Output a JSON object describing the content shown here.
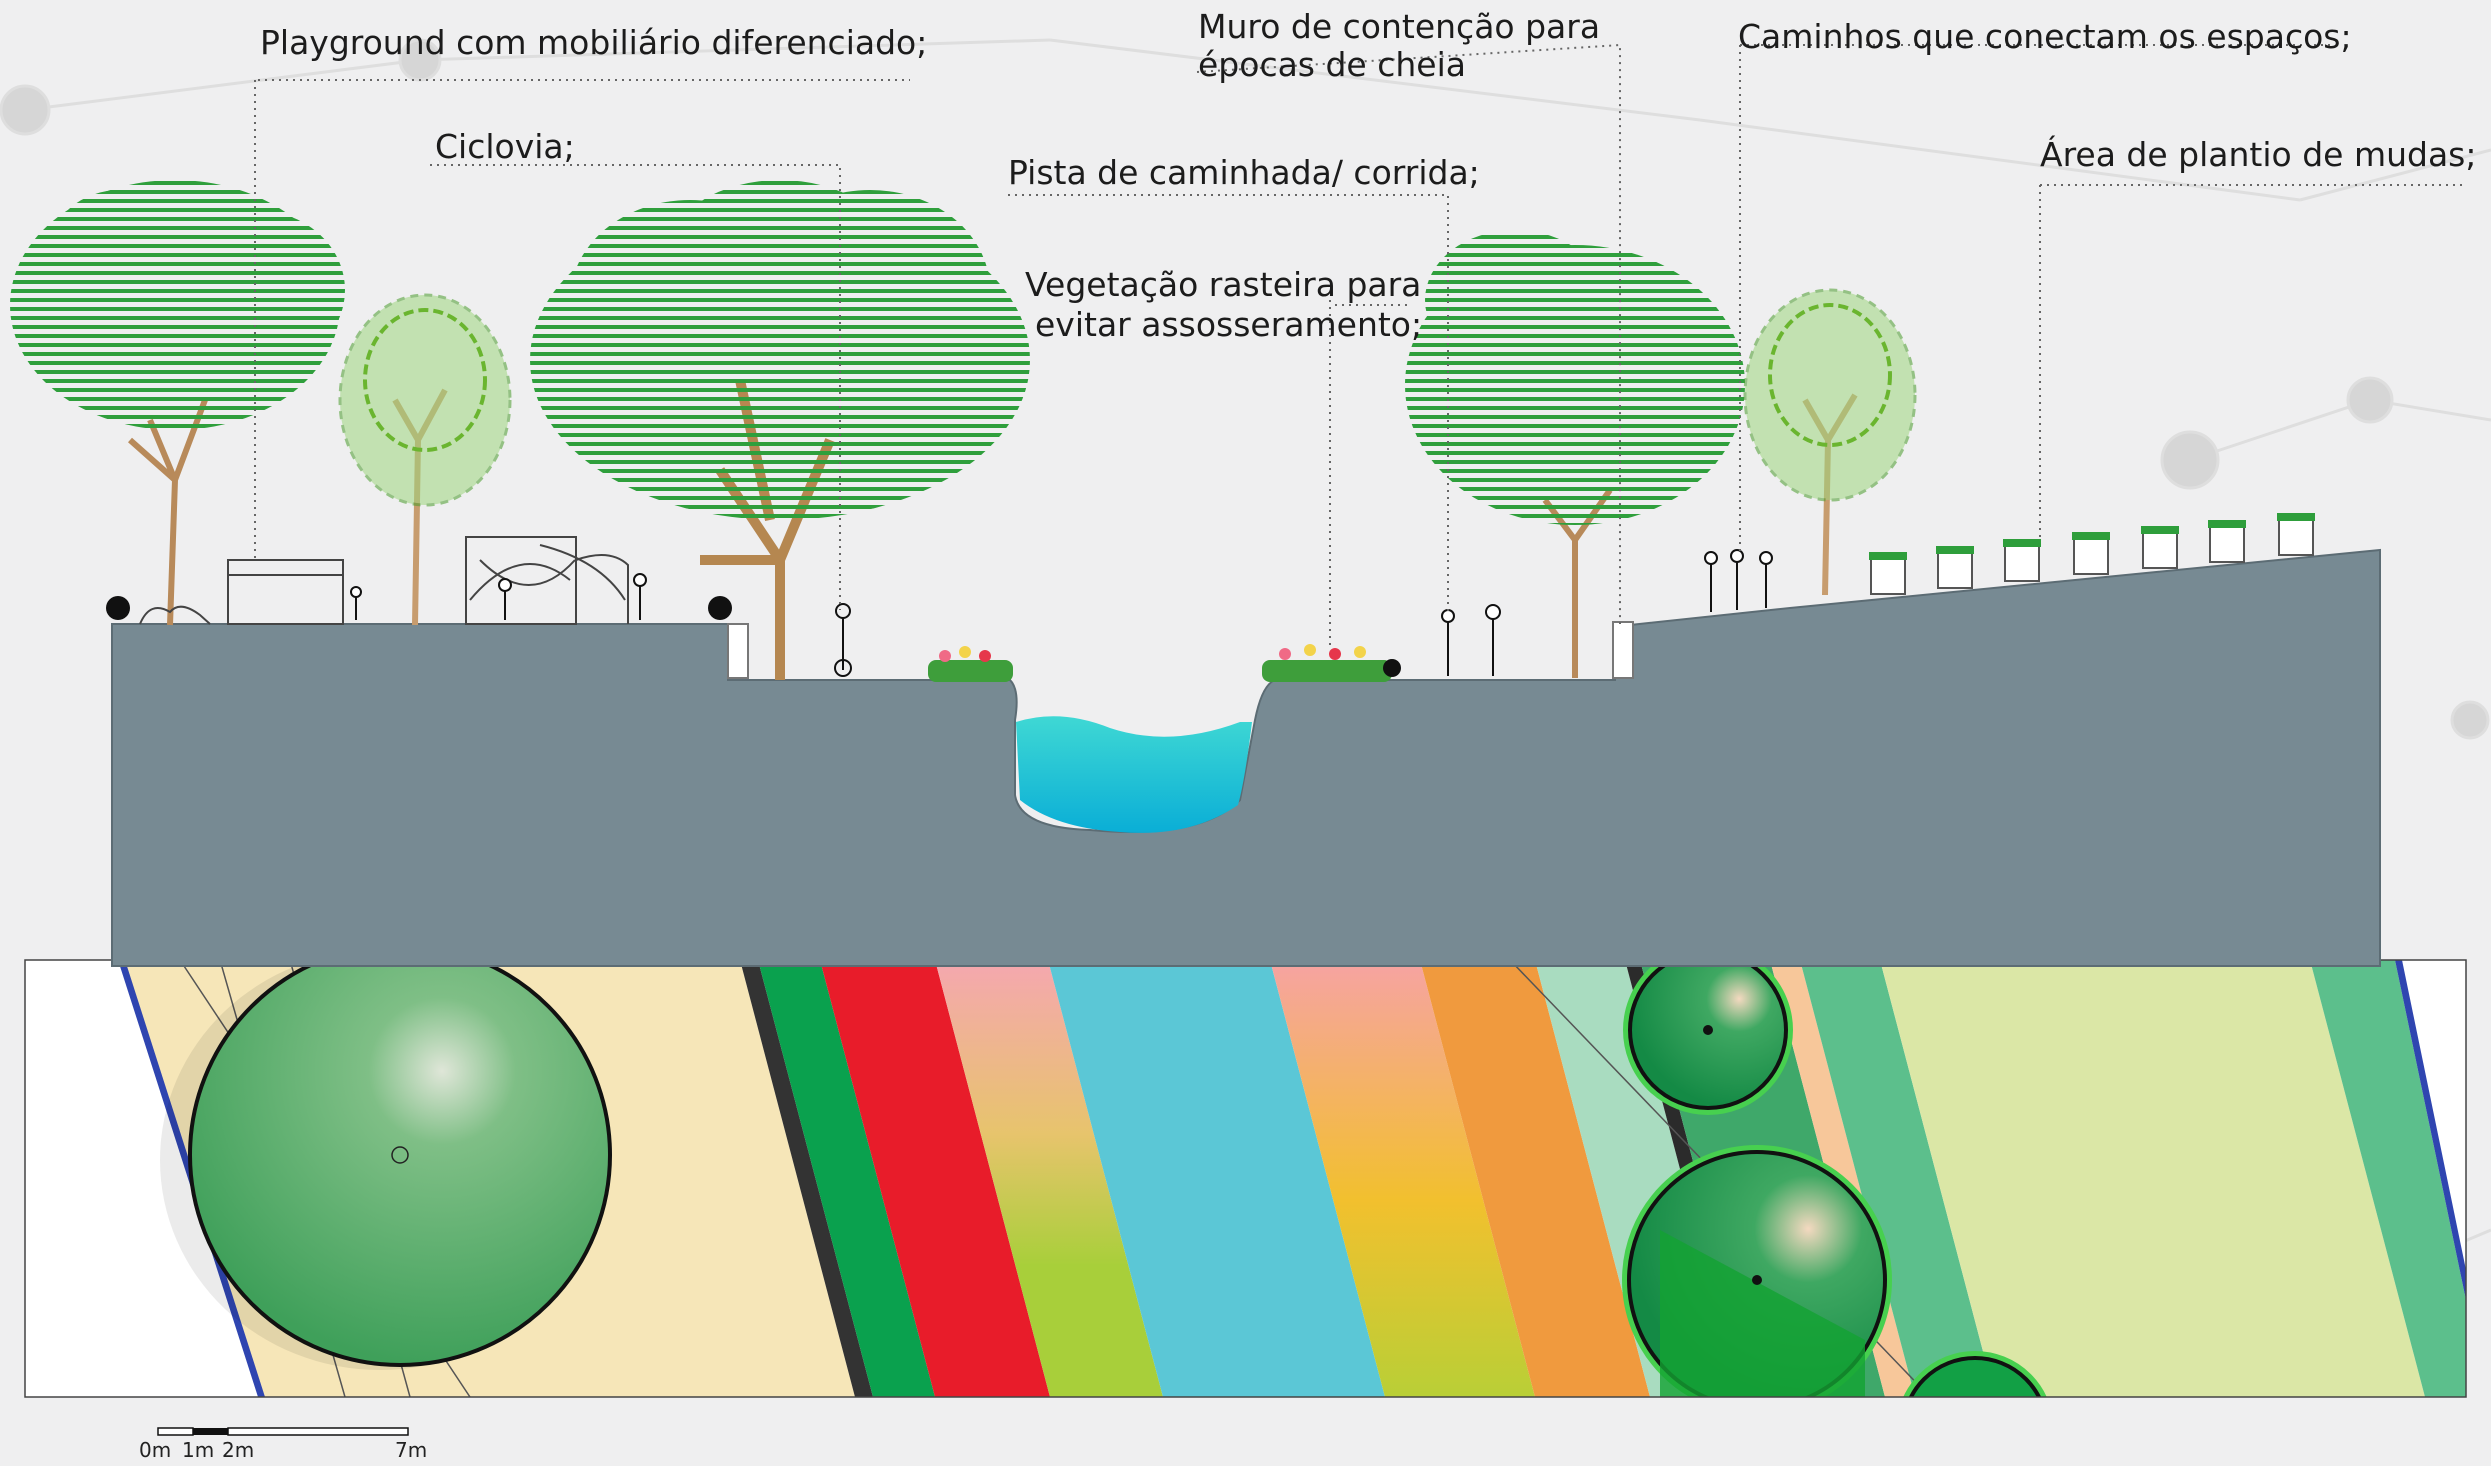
{
  "colors": {
    "ground": "#778a93",
    "ground_edge": "#5f7079",
    "water_top": "#36d3d6",
    "water_bottom": "#0fb3d4",
    "tree_green": "#2e9b3c",
    "trunk": "#b88a5a",
    "sand": "#f6e6b8",
    "dark_green_band": "#0aa14e",
    "red_band": "#e81c2a",
    "pink_band": "#f4a3ab",
    "lime_band": "#a7cf3a",
    "cyan_band": "#5bc7d6",
    "orange_band": "#f09a3e",
    "mint_band": "#a9dcc0",
    "teal_band": "#5cbf8c",
    "pale_lime_band": "#dbe7a6"
  },
  "labels": {
    "playground": "Playground com mobiliário diferenciado;",
    "ciclovia": "Ciclovia;",
    "muro_line1": "Muro de contenção para",
    "muro_line2": "épocas de cheia",
    "pista": "Pista de caminhada/ corrida;",
    "vegetacao_line1": "Vegetação rasteira para",
    "vegetacao_line2": "evitar assosseramento;",
    "caminhos": "Caminhos que conectam os espaços;",
    "plantio": "Área de plantio de mudas;"
  },
  "scale_bar": {
    "ticks": [
      "0m",
      "1m",
      "2m",
      "7m"
    ]
  },
  "icons": [
    "tree-icon",
    "person-icon",
    "cyclist-icon",
    "bench-icon",
    "flower-bed-icon",
    "planter-icon"
  ]
}
